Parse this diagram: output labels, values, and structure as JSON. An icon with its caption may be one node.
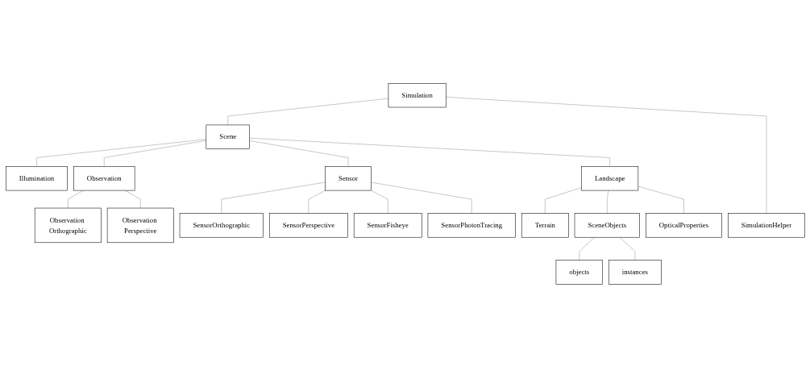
{
  "diagram": {
    "nodes": [
      {
        "text": [
          "Simulation"
        ]
      },
      {
        "text": [
          "Scene"
        ]
      },
      {
        "text": [
          "SimulationHelper"
        ]
      },
      {
        "text": [
          "Illumination"
        ]
      },
      {
        "text": [
          "Observation"
        ]
      },
      {
        "text": [
          "Sensor"
        ]
      },
      {
        "text": [
          "Landscape"
        ]
      },
      {
        "text": [
          "Observation Orthographic"
        ]
      },
      {
        "text": [
          "Observation Perspective"
        ]
      },
      {
        "text": [
          "SensorOrthographic"
        ]
      },
      {
        "text": [
          "SensorPerspective"
        ]
      },
      {
        "text": [
          "SensorFisheye"
        ]
      },
      {
        "text": [
          "SensorPhotonTracing"
        ]
      },
      {
        "text": [
          "Terrain"
        ]
      },
      {
        "text": [
          "SceneObjects"
        ]
      },
      {
        "text": [
          "OpticalProperties"
        ]
      },
      {
        "text": [
          "objects"
        ]
      },
      {
        "text": [
          "instances"
        ]
      }
    ],
    "edges": [
      {
        "from": 0,
        "to": 1,
        "arrow": "none"
      },
      {
        "from": 0,
        "to": 2,
        "arrow": "none"
      },
      {
        "from": 1,
        "to": 3,
        "arrow": "none"
      },
      {
        "from": 1,
        "to": 4,
        "arrow": "none"
      },
      {
        "from": 1,
        "to": 5,
        "arrow": "none"
      },
      {
        "from": 1,
        "to": 6,
        "arrow": "none"
      },
      {
        "from": 4,
        "to": 7,
        "arrow": "none"
      },
      {
        "from": 4,
        "to": 8,
        "arrow": "none"
      },
      {
        "from": 5,
        "to": 9,
        "arrow": "none"
      },
      {
        "from": 5,
        "to": 10,
        "arrow": "none"
      },
      {
        "from": 5,
        "to": 11,
        "arrow": "none"
      },
      {
        "from": 5,
        "to": 12,
        "arrow": "none"
      },
      {
        "from": 6,
        "to": 13,
        "arrow": "none"
      },
      {
        "from": 6,
        "to": 14,
        "arrow": "none"
      },
      {
        "from": 6,
        "to": 15,
        "arrow": "none"
      },
      {
        "from": 14,
        "to": 16,
        "arrow": "none"
      },
      {
        "from": 14,
        "to": 17,
        "arrow": "none"
      }
    ]
  }
}
